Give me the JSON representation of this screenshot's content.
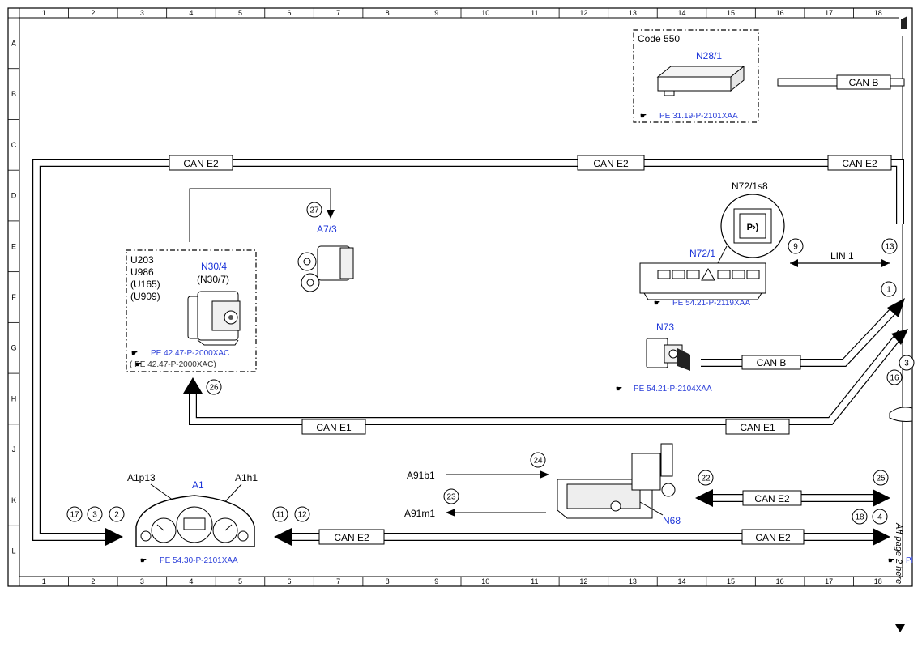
{
  "grid": {
    "columns": [
      "1",
      "2",
      "3",
      "4",
      "5",
      "6",
      "7",
      "8",
      "9",
      "10",
      "11",
      "12",
      "13",
      "14",
      "15",
      "16",
      "17",
      "18"
    ],
    "rows": [
      "A",
      "B",
      "C",
      "D",
      "E",
      "F",
      "G",
      "H",
      "J",
      "K",
      "L"
    ]
  },
  "components": {
    "n28_1": {
      "code": "Code 550",
      "label": "N28/1",
      "ref": "PE 31.19-P-2101XAA"
    },
    "n30_4": {
      "codes": [
        "U203",
        "U986",
        "(U165)",
        "(U909)"
      ],
      "label": "N30/4",
      "alt": "(N30/7)",
      "ref1": "PE 42.47-P-2000XAC",
      "ref2": "(     PE 42.47-P-2000XAC)"
    },
    "a7_3": {
      "label": "A7/3"
    },
    "n72_1": {
      "switch": "N72/1s8",
      "label": "N72/1",
      "ref": "PE 54.21-P-2119XAA"
    },
    "n73": {
      "label": "N73",
      "ref": "PE 54.21-P-2104XAA"
    },
    "a1": {
      "label": "A1",
      "left": "A1p13",
      "right": "A1h1",
      "ref": "PE 54.30-P-2101XAA"
    },
    "n68": {
      "label": "N68",
      "in_signal": "A91b1",
      "out_signal": "A91m1"
    }
  },
  "buses": {
    "can_b": "CAN B",
    "can_e2": "CAN E2",
    "can_e1": "CAN E1",
    "lin_1": "LIN 1"
  },
  "markers": {
    "m27": "27",
    "m9": "9",
    "m13": "13",
    "m1": "1",
    "m3": "3",
    "m16": "16",
    "m26": "26",
    "m24": "24",
    "m23": "23",
    "m22": "22",
    "m25": "25",
    "m17": "17",
    "m3b": "3",
    "m2": "2",
    "m11": "11",
    "m12": "12",
    "m18": "18",
    "m4": "4"
  },
  "side_note": "Aff   page 2 here",
  "edge_text": "Pl"
}
